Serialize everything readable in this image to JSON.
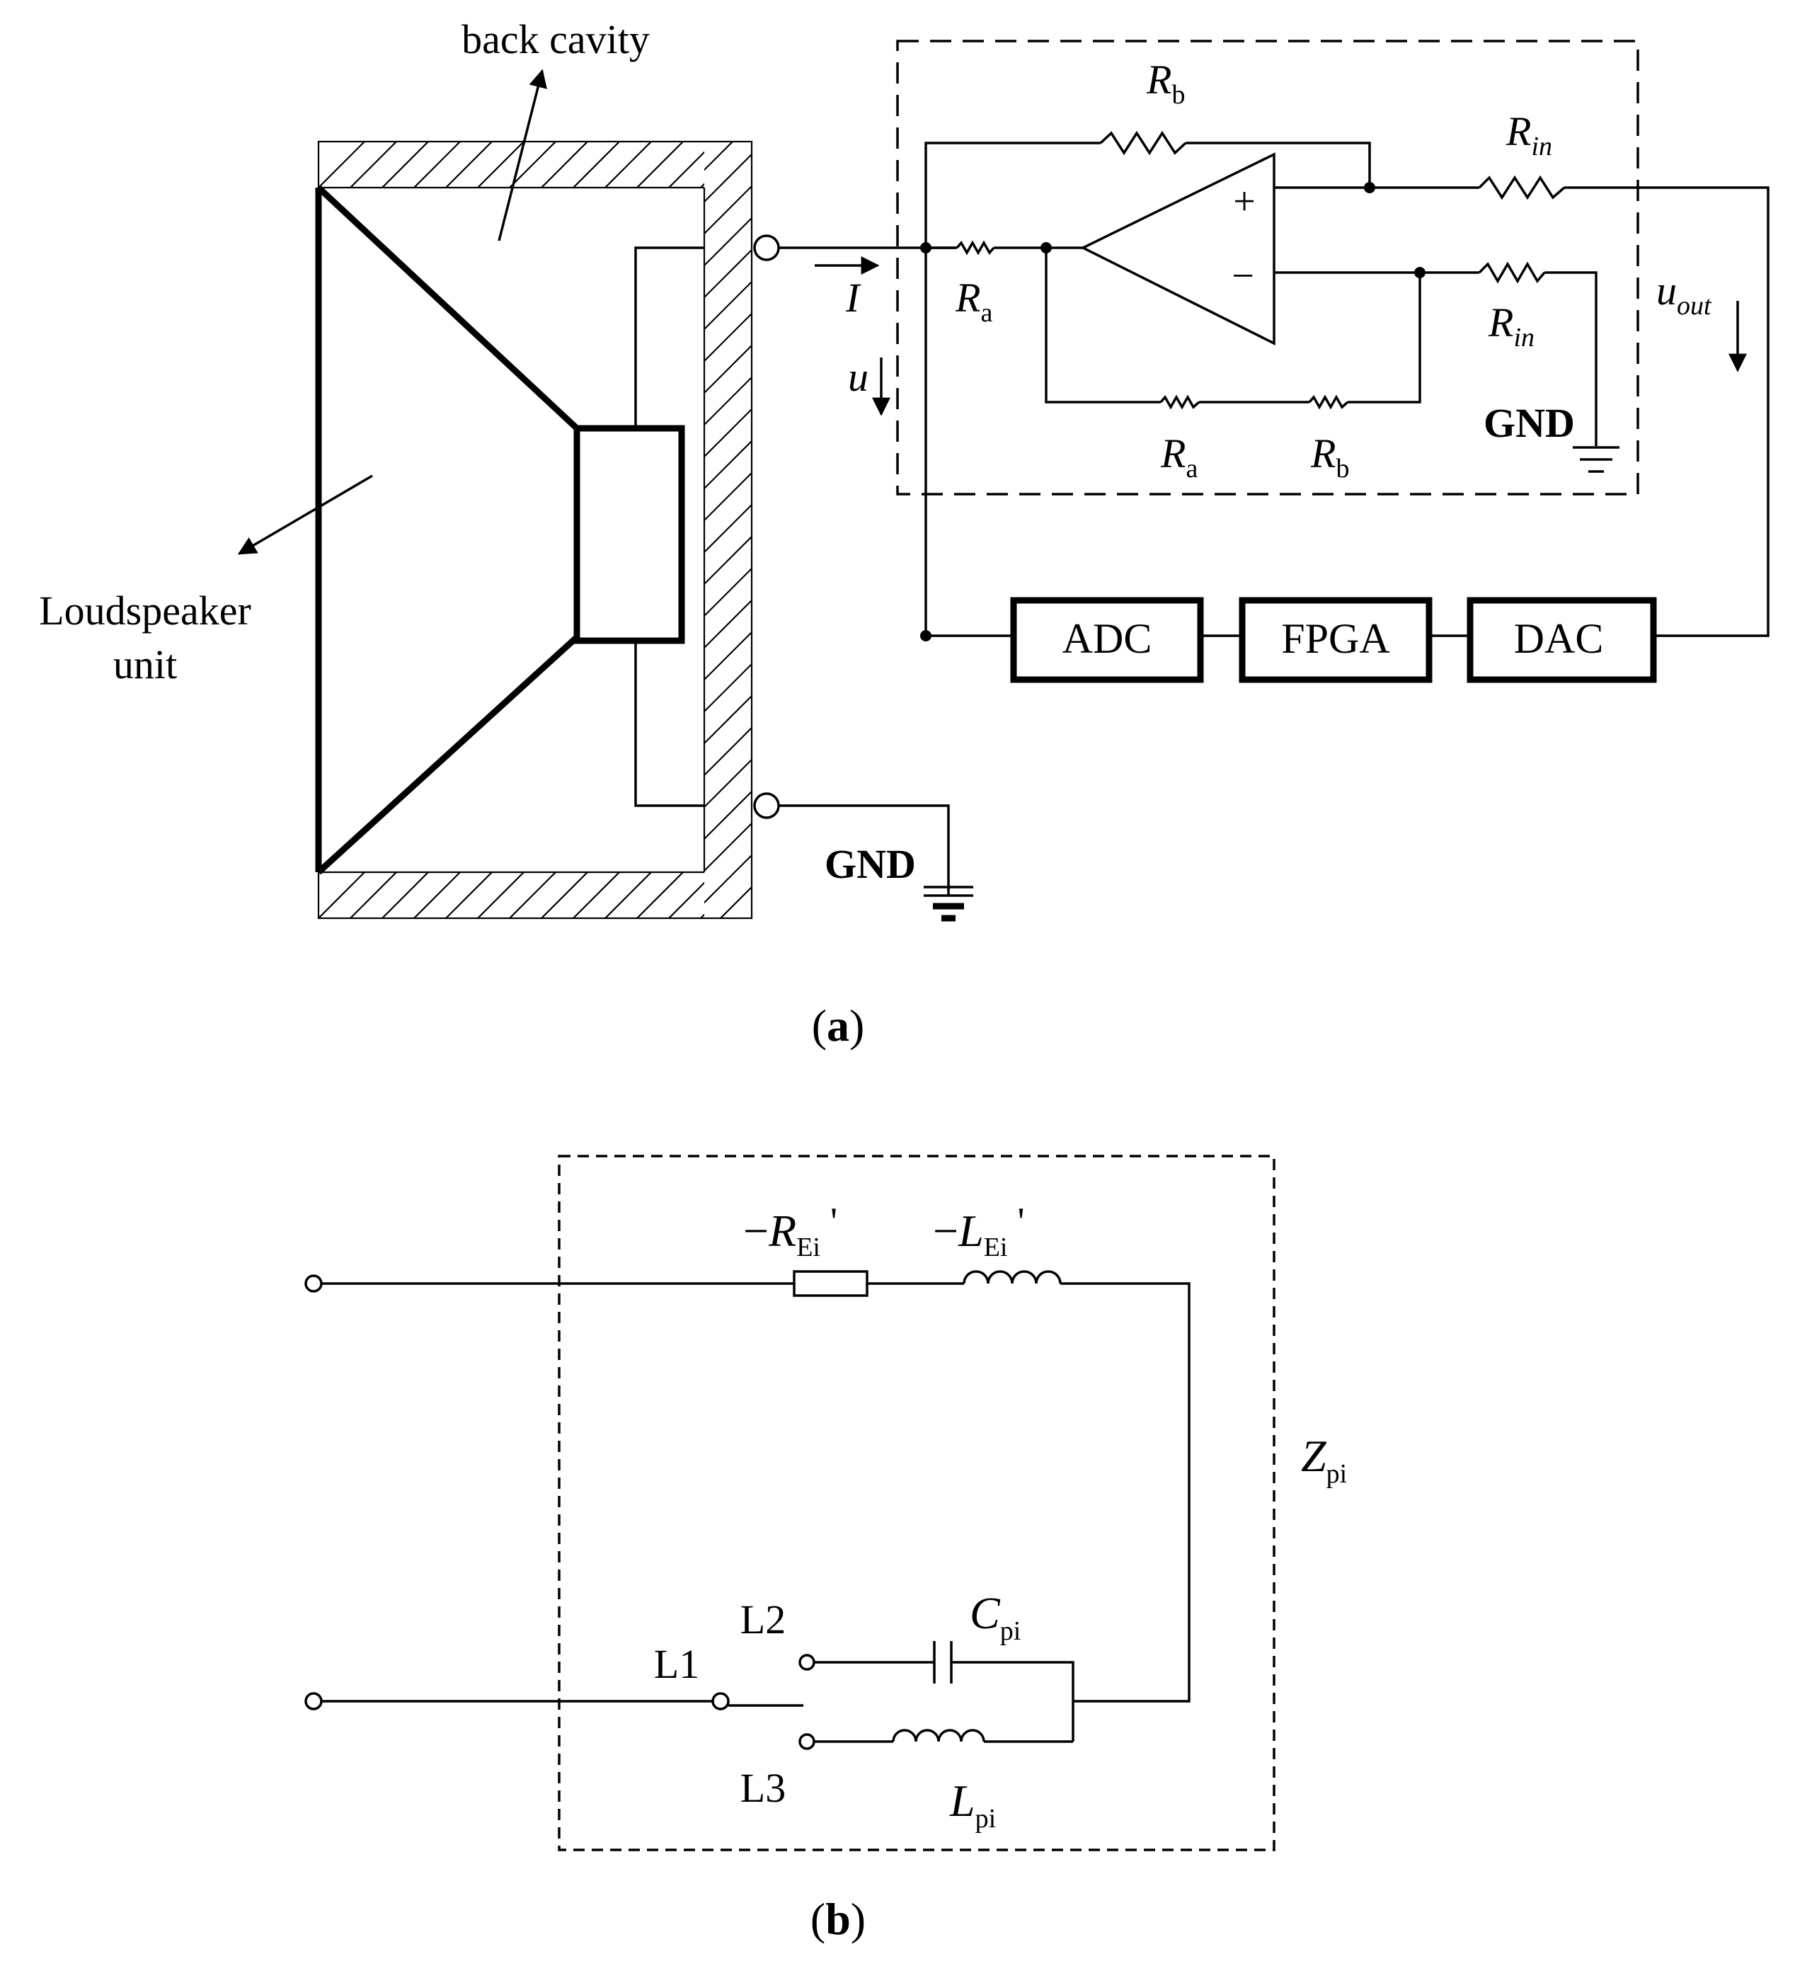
{
  "panel_a": {
    "caption": {
      "open": "(",
      "letter": "a",
      "close": ")"
    },
    "back_cavity_label": "back cavity",
    "loudspeaker_label": {
      "line1": "Loudspeaker",
      "line2": "unit"
    },
    "current_label": "I",
    "voltage_label": "u",
    "output_label": {
      "main": "u",
      "sub": "out"
    },
    "resistor_labels": {
      "rb_top": {
        "main": "R",
        "sub": "b"
      },
      "rin_top": {
        "main": "R",
        "sub": "in"
      },
      "ra_input": {
        "main": "R",
        "sub": "a"
      },
      "rin_right": {
        "main": "R",
        "sub": "in"
      },
      "ra_bottom": {
        "main": "R",
        "sub": "a"
      },
      "rb_bottom": {
        "main": "R",
        "sub": "b"
      }
    },
    "opamp": {
      "plus": "+",
      "minus": "−"
    },
    "gnd_inner": "GND",
    "gnd_outer": "GND",
    "blocks": {
      "adc": "ADC",
      "fpga": "FPGA",
      "dac": "DAC"
    }
  },
  "panel_b": {
    "caption": {
      "open": "(",
      "letter": "b",
      "close": ")"
    },
    "rei": {
      "prefix": "−",
      "main": "R",
      "sub": "Ei",
      "prime": "'"
    },
    "lei": {
      "prefix": "−",
      "main": "L",
      "sub": "Ei",
      "prime": "'"
    },
    "zpi": {
      "main": "Z",
      "sub": "pi"
    },
    "cpi": {
      "main": "C",
      "sub": "pi"
    },
    "lpi": {
      "main": "L",
      "sub": "pi"
    },
    "switch_labels": {
      "l1": "L1",
      "l2": "L2",
      "l3": "L3"
    }
  }
}
